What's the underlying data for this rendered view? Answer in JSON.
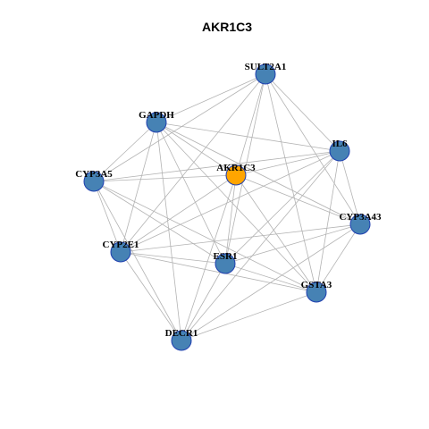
{
  "title": "AKR1C3",
  "colors": {
    "hub": "#FFA500",
    "node": "#4682B4",
    "node_border": "#1F3FB0",
    "edge": "#B3B3B3"
  },
  "nodes": [
    {
      "id": "SULT2A1",
      "label": "SULT2A1",
      "hub": false
    },
    {
      "id": "GAPDH",
      "label": "GAPDH",
      "hub": false
    },
    {
      "id": "IL6",
      "label": "IL6",
      "hub": false
    },
    {
      "id": "AKR1C3",
      "label": "AKR1C3",
      "hub": true
    },
    {
      "id": "CYP3A5",
      "label": "CYP3A5",
      "hub": false
    },
    {
      "id": "CYP3A43",
      "label": "CYP3A43",
      "hub": false
    },
    {
      "id": "CYP2E1",
      "label": "CYP2E1",
      "hub": false
    },
    {
      "id": "ESR1",
      "label": "ESR1",
      "hub": false
    },
    {
      "id": "GSTA3",
      "label": "GSTA3",
      "hub": false
    },
    {
      "id": "DECR1",
      "label": "DECR1",
      "hub": false
    }
  ],
  "edges": [
    [
      "AKR1C3",
      "SULT2A1"
    ],
    [
      "AKR1C3",
      "GAPDH"
    ],
    [
      "AKR1C3",
      "IL6"
    ],
    [
      "AKR1C3",
      "CYP3A5"
    ],
    [
      "AKR1C3",
      "CYP3A43"
    ],
    [
      "AKR1C3",
      "CYP2E1"
    ],
    [
      "AKR1C3",
      "ESR1"
    ],
    [
      "AKR1C3",
      "GSTA3"
    ],
    [
      "AKR1C3",
      "DECR1"
    ],
    [
      "SULT2A1",
      "GAPDH"
    ],
    [
      "SULT2A1",
      "IL6"
    ],
    [
      "SULT2A1",
      "CYP3A5"
    ],
    [
      "SULT2A1",
      "CYP3A43"
    ],
    [
      "SULT2A1",
      "CYP2E1"
    ],
    [
      "SULT2A1",
      "ESR1"
    ],
    [
      "SULT2A1",
      "GSTA3"
    ],
    [
      "GAPDH",
      "IL6"
    ],
    [
      "GAPDH",
      "CYP3A5"
    ],
    [
      "GAPDH",
      "CYP3A43"
    ],
    [
      "GAPDH",
      "CYP2E1"
    ],
    [
      "GAPDH",
      "ESR1"
    ],
    [
      "GAPDH",
      "GSTA3"
    ],
    [
      "GAPDH",
      "DECR1"
    ],
    [
      "IL6",
      "CYP3A5"
    ],
    [
      "IL6",
      "CYP3A43"
    ],
    [
      "IL6",
      "CYP2E1"
    ],
    [
      "IL6",
      "ESR1"
    ],
    [
      "IL6",
      "GSTA3"
    ],
    [
      "IL6",
      "DECR1"
    ],
    [
      "CYP3A5",
      "CYP2E1"
    ],
    [
      "CYP3A5",
      "ESR1"
    ],
    [
      "CYP3A5",
      "GSTA3"
    ],
    [
      "CYP3A5",
      "DECR1"
    ],
    [
      "CYP3A43",
      "CYP2E1"
    ],
    [
      "CYP3A43",
      "ESR1"
    ],
    [
      "CYP3A43",
      "GSTA3"
    ],
    [
      "CYP3A43",
      "DECR1"
    ],
    [
      "CYP2E1",
      "ESR1"
    ],
    [
      "CYP2E1",
      "GSTA3"
    ],
    [
      "CYP2E1",
      "DECR1"
    ],
    [
      "ESR1",
      "GSTA3"
    ],
    [
      "ESR1",
      "DECR1"
    ],
    [
      "GSTA3",
      "DECR1"
    ]
  ]
}
